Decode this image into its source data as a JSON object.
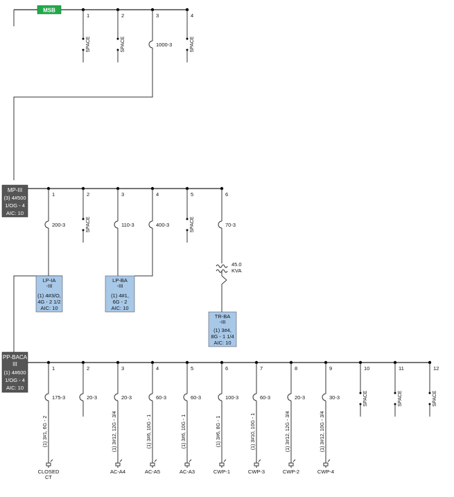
{
  "msb": {
    "label": "MSB",
    "color": "#22a84a",
    "slots": [
      {
        "num": "1",
        "kind": "space",
        "label": "SPACE"
      },
      {
        "num": "2",
        "kind": "space",
        "label": "SPACE"
      },
      {
        "num": "3",
        "kind": "breaker",
        "label": "1000-3"
      },
      {
        "num": "4",
        "kind": "space",
        "label": "SPACE"
      }
    ]
  },
  "mp": {
    "name": "MP-III",
    "feeder": "(3) 4#500",
    "ground": "1/OG - 4",
    "aic": "AIC: 10",
    "color": "#555555",
    "slots": [
      {
        "num": "1",
        "kind": "breaker",
        "label": "200-3"
      },
      {
        "num": "2",
        "kind": "space",
        "label": "SPACE"
      },
      {
        "num": "3",
        "kind": "breaker",
        "label": "110-3"
      },
      {
        "num": "4",
        "kind": "breaker",
        "label": "400-3"
      },
      {
        "num": "5",
        "kind": "space",
        "label": "SPACE"
      },
      {
        "num": "6",
        "kind": "breaker",
        "label": "70-3"
      }
    ]
  },
  "lpia": {
    "line1": "LP-IA",
    "line2": "-III",
    "feeder": "(1) 4#3/O,",
    "ground": "4G - 2 1/2",
    "aic": "AIC: 10"
  },
  "lpba": {
    "line1": "LP-BA",
    "line2": "-III",
    "feeder": "(1) 4#1,",
    "ground": "6G - 2",
    "aic": "AIC: 10"
  },
  "transformer": {
    "kva": "45.0",
    "unit": "KVA"
  },
  "trba": {
    "line1": "TR-BA",
    "line2": "-III",
    "feeder": "(1) 3#4,",
    "ground": "8G - 1 1/4",
    "aic": "AIC: 10"
  },
  "subpanel_color": "#a8c8e8",
  "pp": {
    "line1": "PP-BACA",
    "line2": "III",
    "feeder": "(1) 4#600",
    "ground": "1/OG - 4",
    "aic": "AIC: 10",
    "color": "#555555",
    "slots": [
      {
        "num": "1",
        "kind": "breaker",
        "label": "175-3",
        "cable": "(1) 3#1, 6G - 2",
        "load_line1": "CLOSED",
        "load_line2": "CT"
      },
      {
        "num": "2",
        "kind": "breaker",
        "label": "20-3"
      },
      {
        "num": "3",
        "kind": "breaker",
        "label": "20-3",
        "cable": "(1) 3#12, 12G - 3/4",
        "load_line1": "AC-A4"
      },
      {
        "num": "4",
        "kind": "breaker",
        "label": "60-3",
        "cable": "(1) 3#6, 10G - 1",
        "load_line1": "AC-A5"
      },
      {
        "num": "5",
        "kind": "breaker",
        "label": "60-3",
        "cable": "(1) 3#6, 10G - 1",
        "load_line1": "AC-A3"
      },
      {
        "num": "6",
        "kind": "breaker",
        "label": "100-3",
        "cable": "(1) 3#6, 8G - 1",
        "load_line1": "CWP-1"
      },
      {
        "num": "7",
        "kind": "breaker",
        "label": "60-3",
        "cable": "(1) 3#10, 10G - 1",
        "load_line1": "CWP-3"
      },
      {
        "num": "8",
        "kind": "breaker",
        "label": "20-3",
        "cable": "(1) 3#12, 12G - 3/4",
        "load_line1": "CWP-2"
      },
      {
        "num": "9",
        "kind": "breaker",
        "label": "30-3",
        "cable": "(1) 3#12, 10G - 3/4",
        "load_line1": "CWP-4"
      },
      {
        "num": "10",
        "kind": "space",
        "label": "SPACE"
      },
      {
        "num": "11",
        "kind": "space",
        "label": "SPACE"
      },
      {
        "num": "12",
        "kind": "space",
        "label": "SPACE"
      }
    ]
  }
}
